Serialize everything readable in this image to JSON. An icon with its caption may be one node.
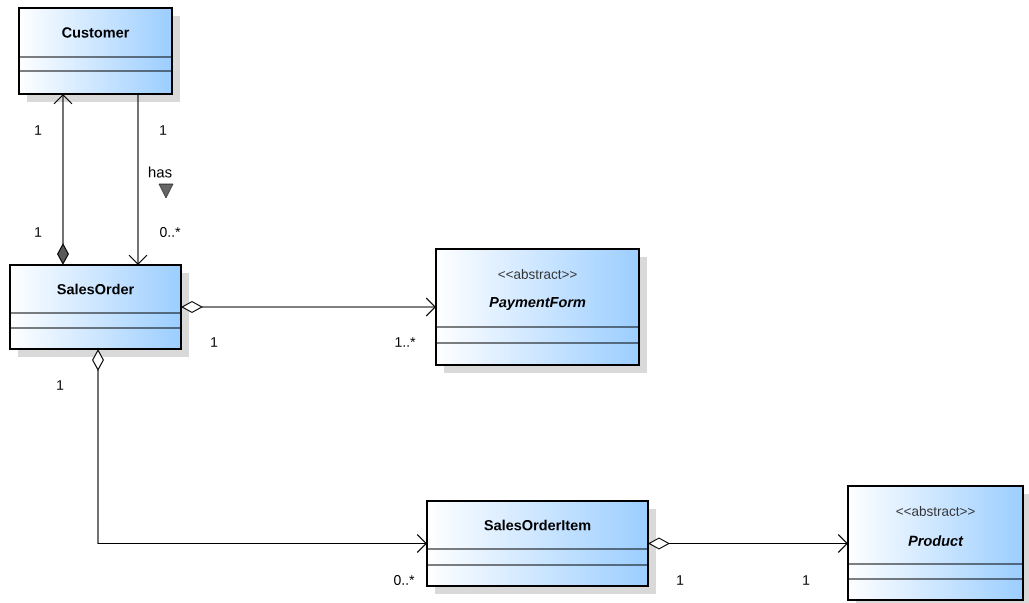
{
  "diagram": {
    "nodes": [
      {
        "text": [
          "Customer"
        ]
      },
      {
        "text": [
          "SalesOrder"
        ]
      },
      {
        "text": [
          "<<abstract>>",
          "PaymentForm"
        ]
      },
      {
        "text": [
          "SalesOrderItem"
        ]
      },
      {
        "text": [
          "<<abstract>>",
          "Product"
        ]
      }
    ],
    "edges": [
      {
        "from": 1,
        "to": 0,
        "arrow": "to"
      },
      {
        "from": 0,
        "to": 1,
        "arrow": "to",
        "label": "has"
      },
      {
        "from": 1,
        "to": 2,
        "arrow": "to"
      },
      {
        "from": 1,
        "to": 3,
        "arrow": "to"
      },
      {
        "from": 3,
        "to": 4,
        "arrow": "to"
      }
    ],
    "labels": [
      "1",
      "1",
      "1",
      "0..*",
      "1",
      "1..*",
      "1",
      "0..*",
      "1",
      "1"
    ]
  }
}
